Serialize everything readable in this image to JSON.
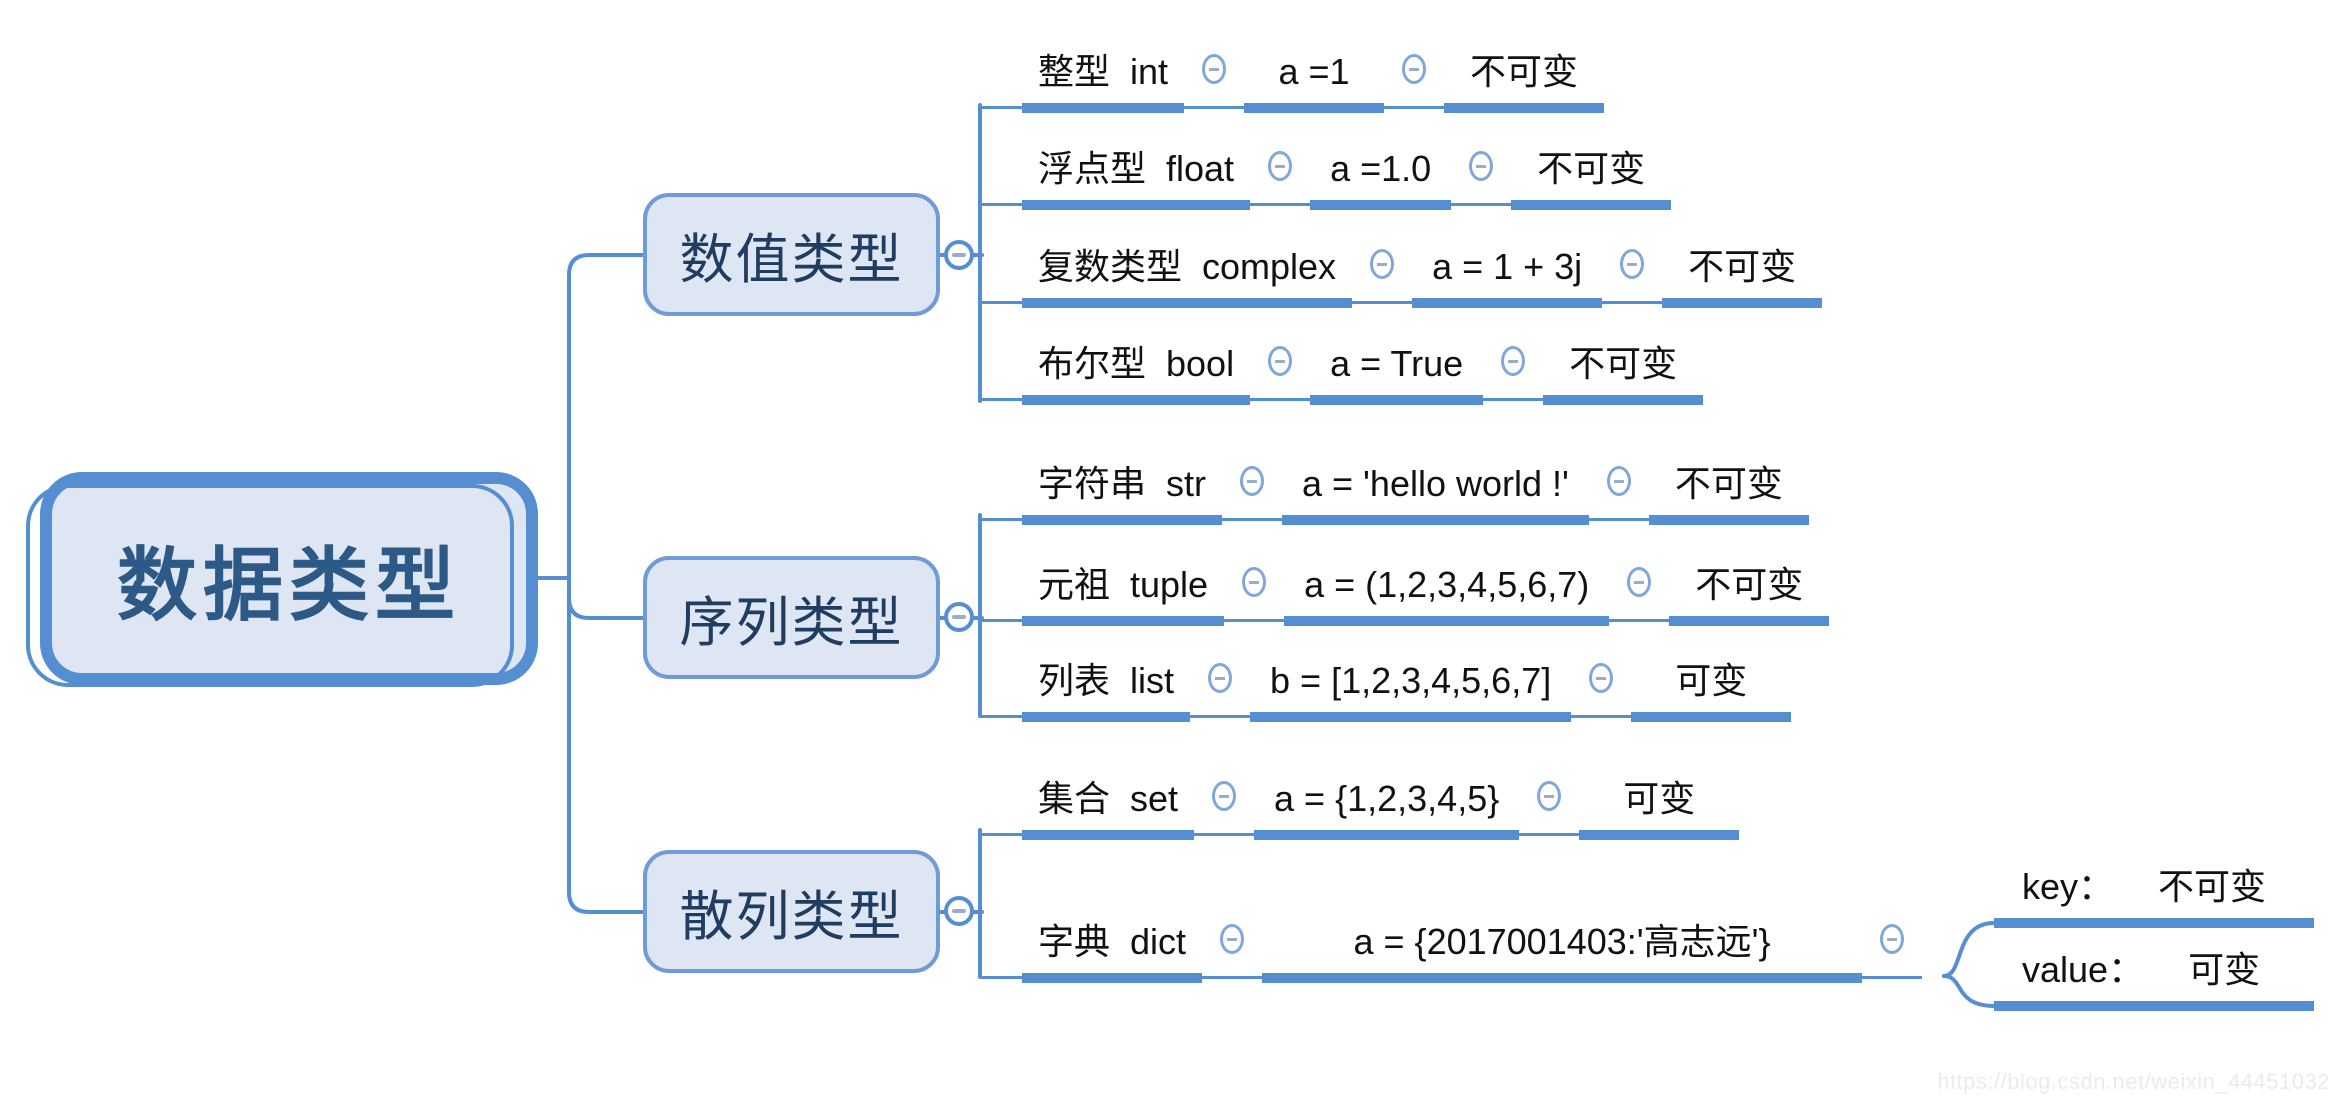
{
  "root": {
    "label": "数据类型"
  },
  "branches": [
    {
      "label": "数值类型",
      "rows": [
        {
          "label": "整型  int",
          "value": "a =1",
          "mutability": "不可变"
        },
        {
          "label": "浮点型  float",
          "value": "a =1.0",
          "mutability": "不可变"
        },
        {
          "label": "复数类型  complex",
          "value": "a = 1 + 3j",
          "mutability": "不可变"
        },
        {
          "label": "布尔型  bool",
          "value": "a = True",
          "mutability": "不可变"
        }
      ]
    },
    {
      "label": "序列类型",
      "rows": [
        {
          "label": "字符串  str",
          "value": "a = 'hello world !'",
          "mutability": "不可变"
        },
        {
          "label": "元祖  tuple",
          "value": "a = (1,2,3,4,5,6,7)",
          "mutability": "不可变"
        },
        {
          "label": "列表  list",
          "value": "b = [1,2,3,4,5,6,7]",
          "mutability": "可变"
        }
      ]
    },
    {
      "label": "散列类型",
      "rows": [
        {
          "label": "集合  set",
          "value": "a = {1,2,3,4,5}",
          "mutability": "可变"
        },
        {
          "label": "字典  dict",
          "value": "a = {2017001403:'高志远'}",
          "children": [
            {
              "label": "key：",
              "mutability": "不可变"
            },
            {
              "label": "value：",
              "mutability": "可变"
            }
          ]
        }
      ]
    }
  ],
  "watermark": "https://blog.csdn.net/weixin_44451032",
  "colors": {
    "accent_line": "#568ed2",
    "node_fill": "#dde6f2",
    "node_border": "#6f9bd8",
    "branch_text": "#1f3c61",
    "root_text": "#2d5986",
    "minus_glyph": "#9aaccb",
    "leaf_text": "#111111",
    "watermark_text": "#ebebeb"
  }
}
